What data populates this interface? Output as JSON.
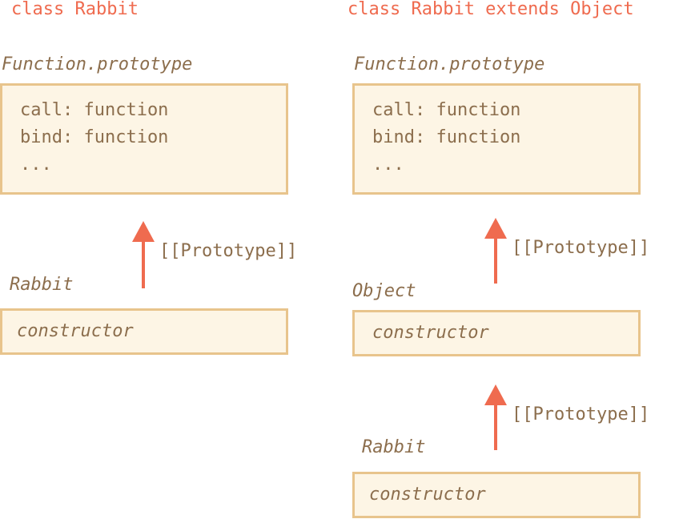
{
  "colors": {
    "heading": "#ef6b4f",
    "text": "#8c6e4d",
    "box_fill": "#fdf5e5",
    "box_border": "#e8c48c",
    "arrow": "#ef6b4f"
  },
  "left": {
    "heading": "class Rabbit",
    "function_prototype": {
      "label": "Function.prototype",
      "lines": [
        "call: function",
        "bind: function",
        "..."
      ]
    },
    "arrow_label": "[[Prototype]]",
    "rabbit": {
      "label": "Rabbit",
      "content": "constructor"
    }
  },
  "right": {
    "heading": "class Rabbit extends Object",
    "function_prototype": {
      "label": "Function.prototype",
      "lines": [
        "call: function",
        "bind: function",
        "..."
      ]
    },
    "arrow_label_top": "[[Prototype]]",
    "object": {
      "label": "Object",
      "content": "constructor"
    },
    "arrow_label_bottom": "[[Prototype]]",
    "rabbit": {
      "label": "Rabbit",
      "content": "constructor"
    }
  }
}
